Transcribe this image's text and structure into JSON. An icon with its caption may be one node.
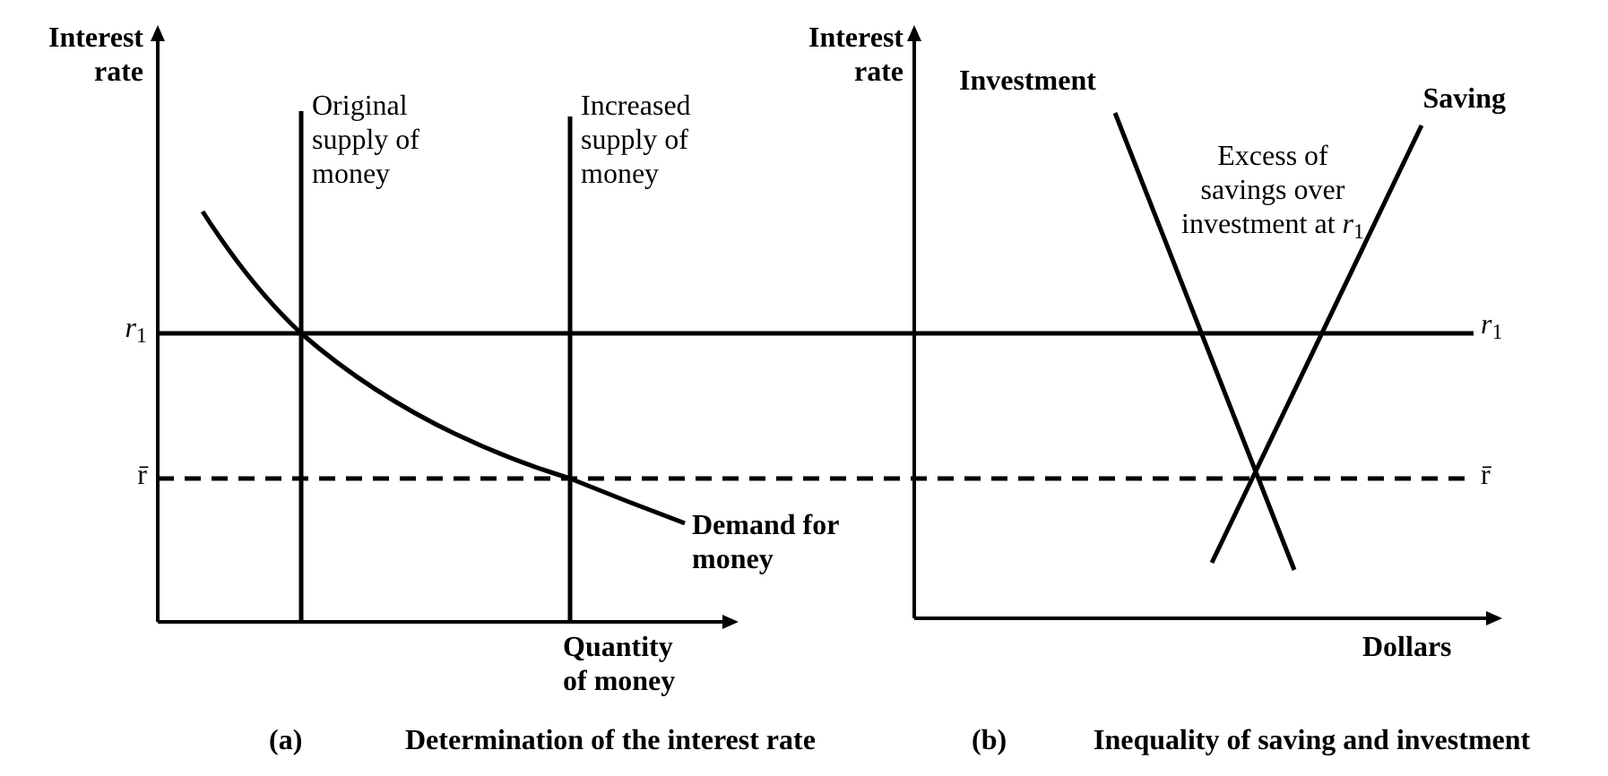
{
  "diagram": {
    "labels": [
      "Interest rate",
      "Interest rate",
      "Investment",
      "Saving",
      "Original supply of money",
      "Increased supply of money",
      "Excess of savings over investment at *r*$_{1}$",
      "*r*$_{1}$",
      "*r*$_{1}$",
      "r̄",
      "r̄",
      "Demand for money",
      "Quantity of money",
      "Dollars",
      "(a)",
      "Determination of the interest rate",
      "(b)",
      "Inequality of saving and investment"
    ]
  }
}
